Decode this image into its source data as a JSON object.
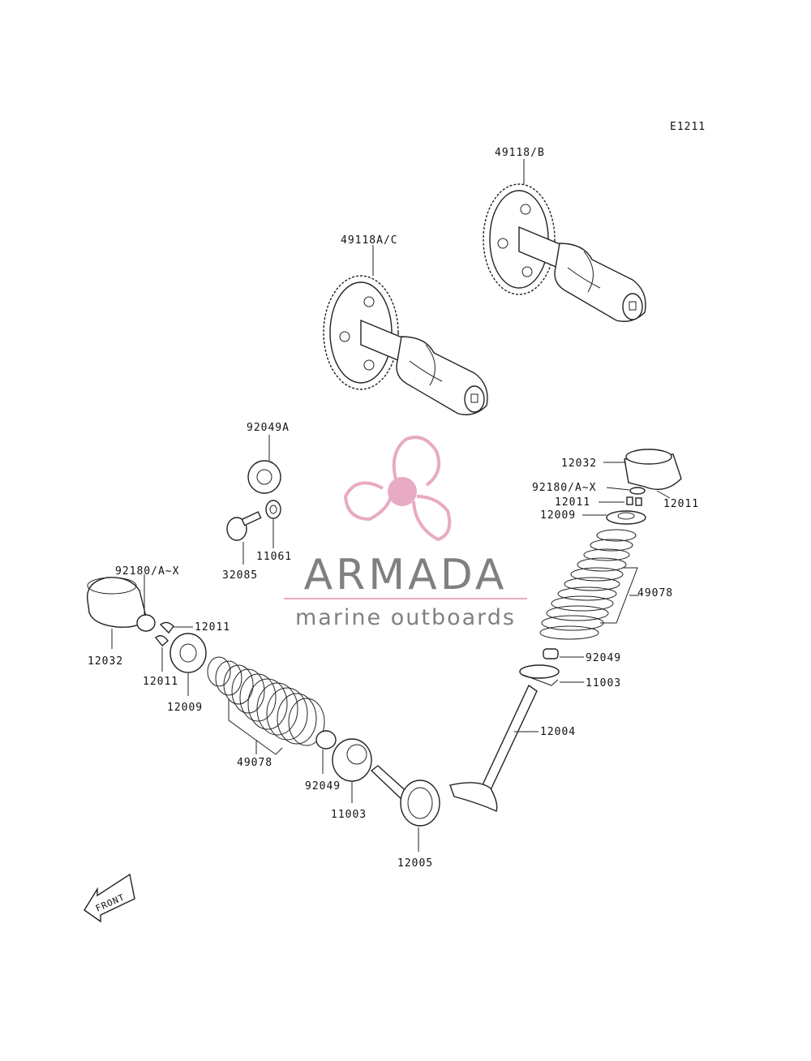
{
  "diagram_code": "E1211",
  "watermark": {
    "brand": "ARMADA",
    "tagline": "marine outboards",
    "accent_color": "#e8a6c0",
    "text_color": "#7a7a7a"
  },
  "front_label": "FRONT",
  "parts": {
    "cam_b": "49118/B",
    "cam_a": "49118A/C",
    "bearing": "92049A",
    "bolt": "32085",
    "washer": "11061",
    "r_tappet": "12032",
    "r_shim": "92180/A~X",
    "r_keeper_a": "12011",
    "r_keeper_b": "12011",
    "r_retainer": "12009",
    "r_spring": "49078",
    "r_seal": "92049",
    "r_seat": "11003",
    "r_valve": "12004",
    "l_shim": "92180/A~X",
    "l_tappet": "12032",
    "l_keeper_a": "12011",
    "l_keeper_b": "12011",
    "l_retainer": "12009",
    "l_spring": "49078",
    "l_seal": "92049",
    "l_seat": "11003",
    "l_valve": "12005"
  }
}
